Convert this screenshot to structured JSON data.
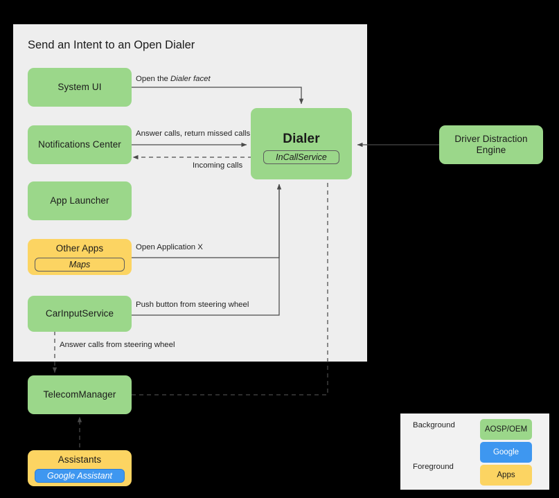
{
  "diagram": {
    "title": "Send an Intent to an Open Dialer",
    "colors": {
      "aosp_green": "#9BD78A",
      "google_blue": "#3E97F0",
      "apps_yellow": "#FCD462",
      "panel_bg": "#EEEEEE",
      "canvas_bg": "#000000",
      "line": "#4a4a4a"
    },
    "nodes": {
      "system_ui": {
        "label": "System UI",
        "color": "aosp_green"
      },
      "notifications_center": {
        "label": "Notifications Center",
        "color": "aosp_green"
      },
      "app_launcher": {
        "label": "App Launcher",
        "color": "aosp_green"
      },
      "other_apps": {
        "label": "Other Apps",
        "color": "apps_yellow",
        "sub": "Maps"
      },
      "car_input_service": {
        "label": "CarInputService",
        "color": "aosp_green"
      },
      "dialer": {
        "label": "Dialer",
        "color": "aosp_green",
        "sub": "InCallService"
      },
      "driver_distraction_engine": {
        "label": "Driver Distraction\nEngine",
        "line1": "Driver Distraction",
        "line2": "Engine",
        "color": "aosp_green"
      },
      "telecom_manager": {
        "label": "TelecomManager",
        "color": "aosp_green"
      },
      "assistants": {
        "label": "Assistants",
        "color": "apps_yellow",
        "sub": "Google Assistant"
      }
    },
    "edges": [
      {
        "id": "open-dialer-facet",
        "from": "system_ui",
        "to": "dialer",
        "label_plain": "Open the ",
        "label_italic": "Dialer facet",
        "style": "foreground"
      },
      {
        "id": "answer-return-missed",
        "from": "notifications_center",
        "to": "dialer",
        "label": "Answer calls, return missed calls",
        "style": "foreground"
      },
      {
        "id": "incoming-calls",
        "from": "dialer",
        "to": "notifications_center",
        "label": "Incoming calls",
        "style": "background"
      },
      {
        "id": "open-application-x",
        "from": "other_apps",
        "to": "dialer",
        "label": "Open Application X",
        "style": "foreground"
      },
      {
        "id": "push-button-steering-wheel",
        "from": "car_input_service",
        "to": "dialer",
        "label": "Push button from steering wheel",
        "style": "foreground"
      },
      {
        "id": "answer-calls-steering-wheel",
        "from": "car_input_service",
        "to": "telecom_manager",
        "label": "Answer calls from steering wheel",
        "style": "background"
      },
      {
        "id": "dde-to-dialer",
        "from": "driver_distraction_engine",
        "to": "dialer",
        "label": "",
        "style": "foreground"
      },
      {
        "id": "telecom-to-incallservice",
        "from": "telecom_manager",
        "to": "dialer",
        "label": "",
        "style": "background"
      },
      {
        "id": "assistants-to-telecom",
        "from": "assistants",
        "to": "telecom_manager",
        "label": "",
        "style": "background"
      }
    ],
    "legend": {
      "background_label": "Background",
      "foreground_label": "Foreground",
      "swatches": [
        {
          "label": "AOSP/OEM",
          "color": "aosp_green"
        },
        {
          "label": "Google",
          "color": "google_blue"
        },
        {
          "label": "Apps",
          "color": "apps_yellow"
        }
      ]
    }
  }
}
